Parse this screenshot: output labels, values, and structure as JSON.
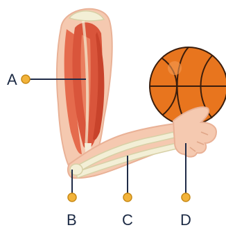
{
  "labels": [
    {
      "id": "A",
      "text": "A"
    },
    {
      "id": "B",
      "text": "B"
    },
    {
      "id": "C",
      "text": "C"
    },
    {
      "id": "D",
      "text": "D"
    }
  ],
  "colors": {
    "skin": "#f5c9b0",
    "skin_shadow": "#e9b196",
    "muscle": "#d9553b",
    "muscle_light": "#ee8a6a",
    "bone": "#f3efd6",
    "bone_outline": "#d7d0a6",
    "ball": "#e8751e",
    "ball_line": "#3a1d0c",
    "marker_fill": "#f2b33a",
    "marker_stroke": "#c88a16",
    "leader": "#1f2b47",
    "label_text": "#1c2a44"
  }
}
